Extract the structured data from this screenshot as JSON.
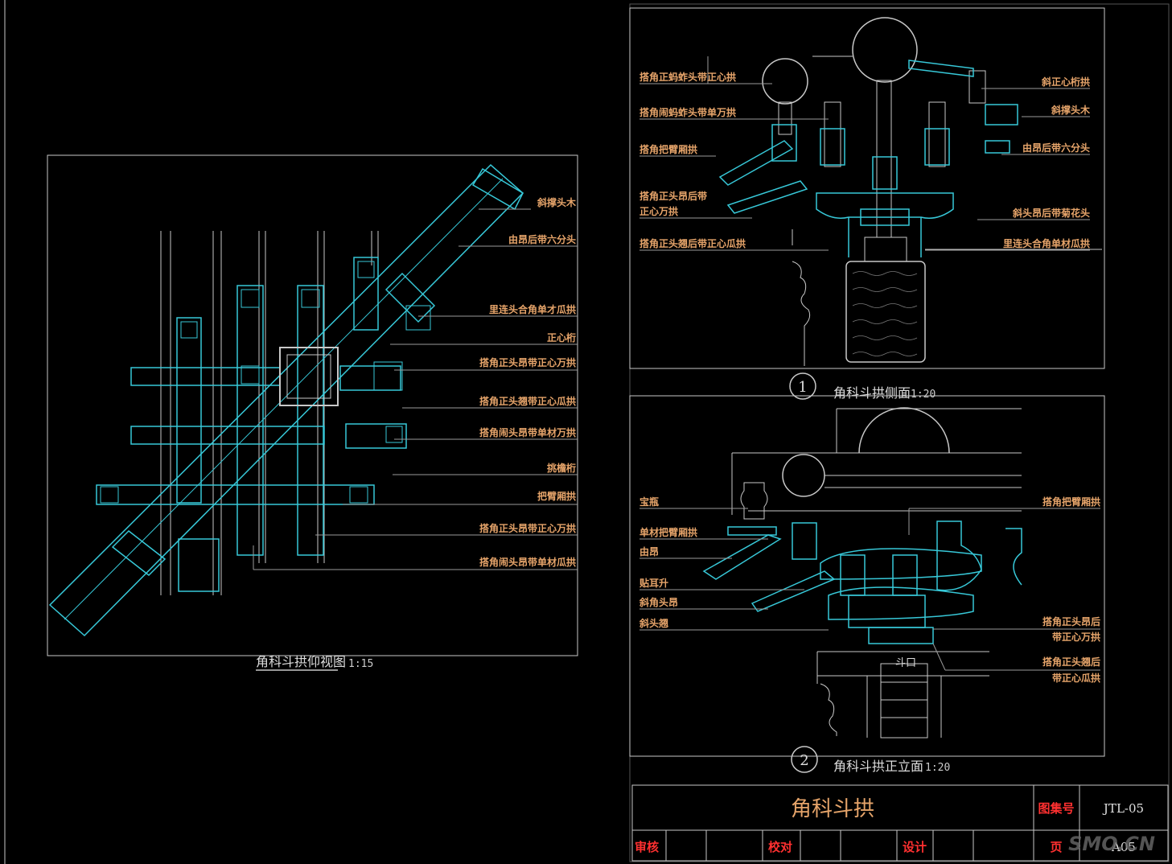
{
  "colors": {
    "background": "#000000",
    "cyan": "#37c8d8",
    "white_line": "#c8c8c8",
    "label_orange": "#e6a46a",
    "title_red": "#ff3030",
    "leader": "#9a9a9a"
  },
  "plan_view": {
    "title": "角科斗拱仰视图",
    "scale": "1:15",
    "labels": [
      "斜撑头木",
      "由昂后带六分头",
      "里连头合角单才瓜拱",
      "正心桁",
      "搭角正头昂带正心万拱",
      "搭角正头翘带正心瓜拱",
      "搭角闹头昂带单材万拱",
      "挑檐桁",
      "把臂厢拱",
      "搭角正头昂带正心万拱",
      "搭角闹头昂带单材瓜拱"
    ]
  },
  "side_view": {
    "number": "1",
    "title": "角科斗拱侧面",
    "scale": "1:20",
    "labels_left": [
      "搭角正蚂蚱头带正心拱",
      "搭角闹蚂蚱头带单万拱",
      "搭角把臂厢拱",
      "搭角正头昂后带",
      "正心万拱",
      "搭角正头翘后带正心瓜拱"
    ],
    "labels_right": [
      "斜正心桁拱",
      "斜撑头木",
      "由昂后带六分头",
      "斜头昂后带菊花头",
      "里连头合角单材瓜拱"
    ]
  },
  "front_view": {
    "number": "2",
    "title": "角科斗拱正立面",
    "scale": "1:20",
    "labels_left": [
      "宝瓶",
      "单材把臂厢拱",
      "由昂",
      "贴耳升",
      "斜角头昂",
      "斜头翘"
    ],
    "labels_right": [
      "搭角把臂厢拱",
      "搭角正头昂后",
      "带正心万拱",
      "搭角正头翘后",
      "带正心瓜拱"
    ],
    "label_center": "斗口"
  },
  "title_block": {
    "title": "角科斗拱",
    "set_label": "图集号",
    "set_value": "JTL-05",
    "review": "审核",
    "check": "校对",
    "design": "设计",
    "page_label": "页",
    "page_value": "A05"
  },
  "watermark": "SMO.CN"
}
